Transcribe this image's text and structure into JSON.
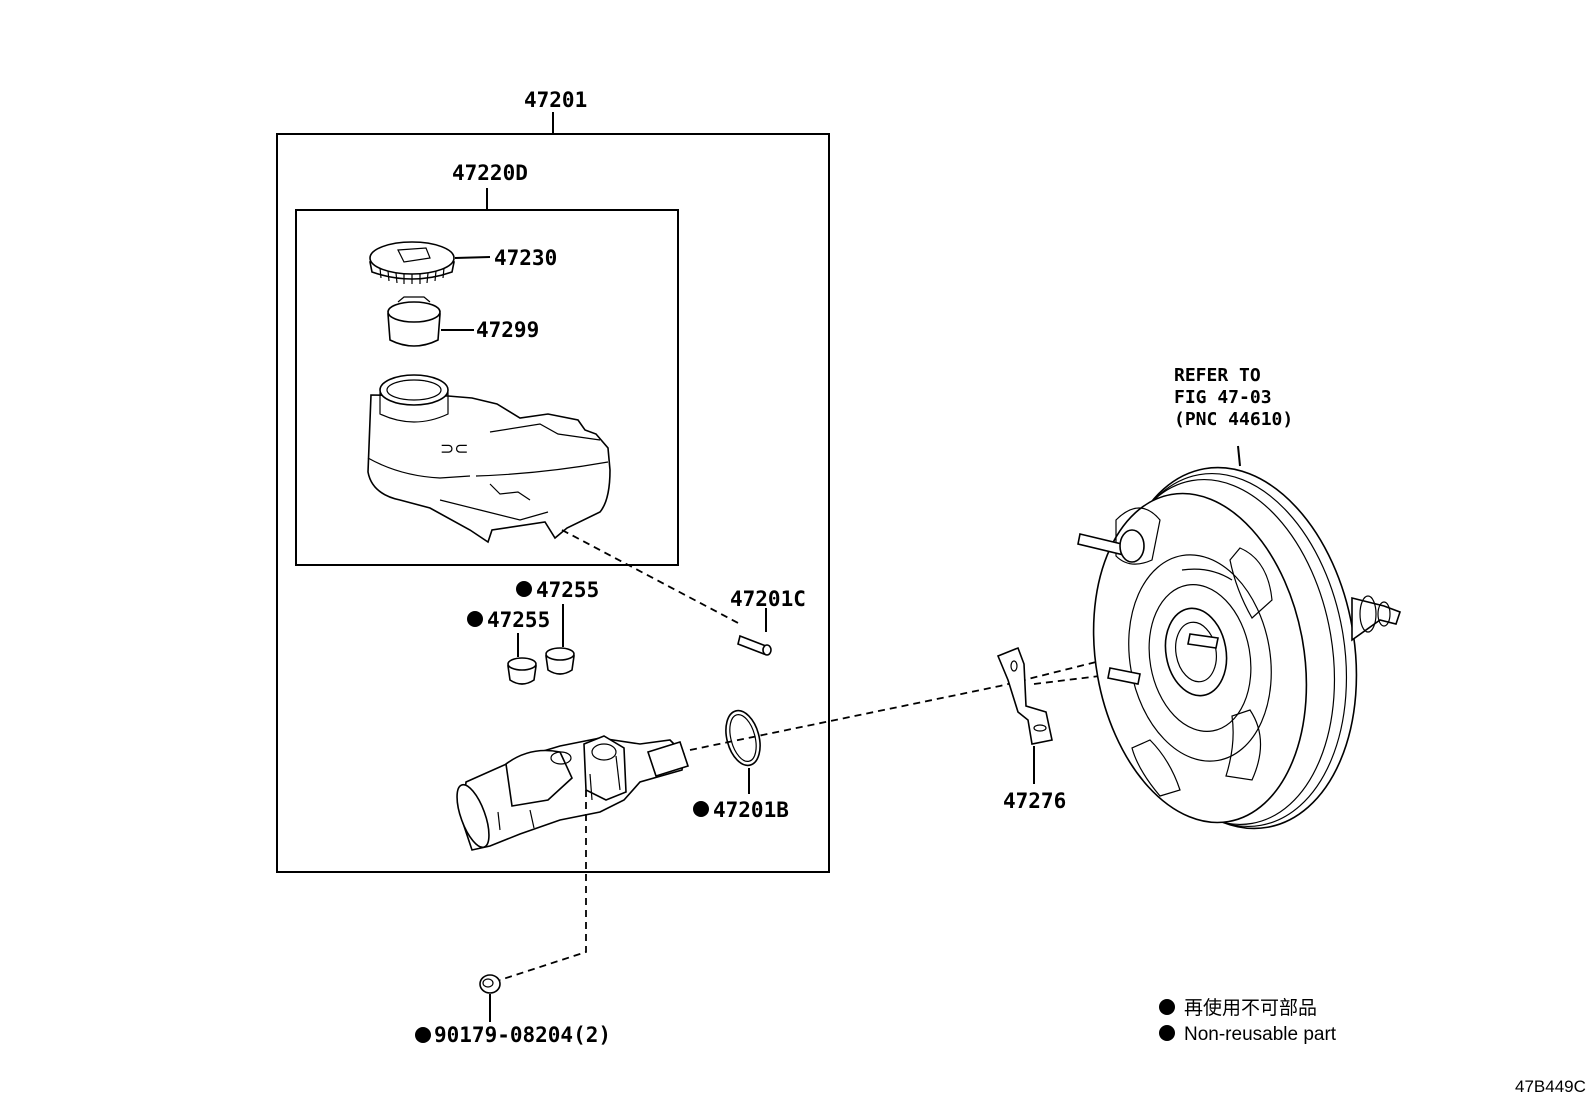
{
  "assembly": {
    "outer_label": "47201",
    "reservoir_group_label": "47220D"
  },
  "parts": {
    "cap": "47230",
    "strainer": "47299",
    "grommet_upper": "47255",
    "grommet_lower": "47255",
    "pin": "47201C",
    "o_ring": "47201B",
    "bracket": "47276",
    "nut": "90179-08204(2)"
  },
  "booster_reference": {
    "line1": "REFER TO",
    "line2": "FIG 47-03",
    "line3": "(PNC 44610)"
  },
  "legend": {
    "japanese": "再使用不可部品",
    "english": "Non-reusable part"
  },
  "figure_code": "47B449C",
  "colors": {
    "ink": "#000000",
    "background": "#ffffff"
  }
}
